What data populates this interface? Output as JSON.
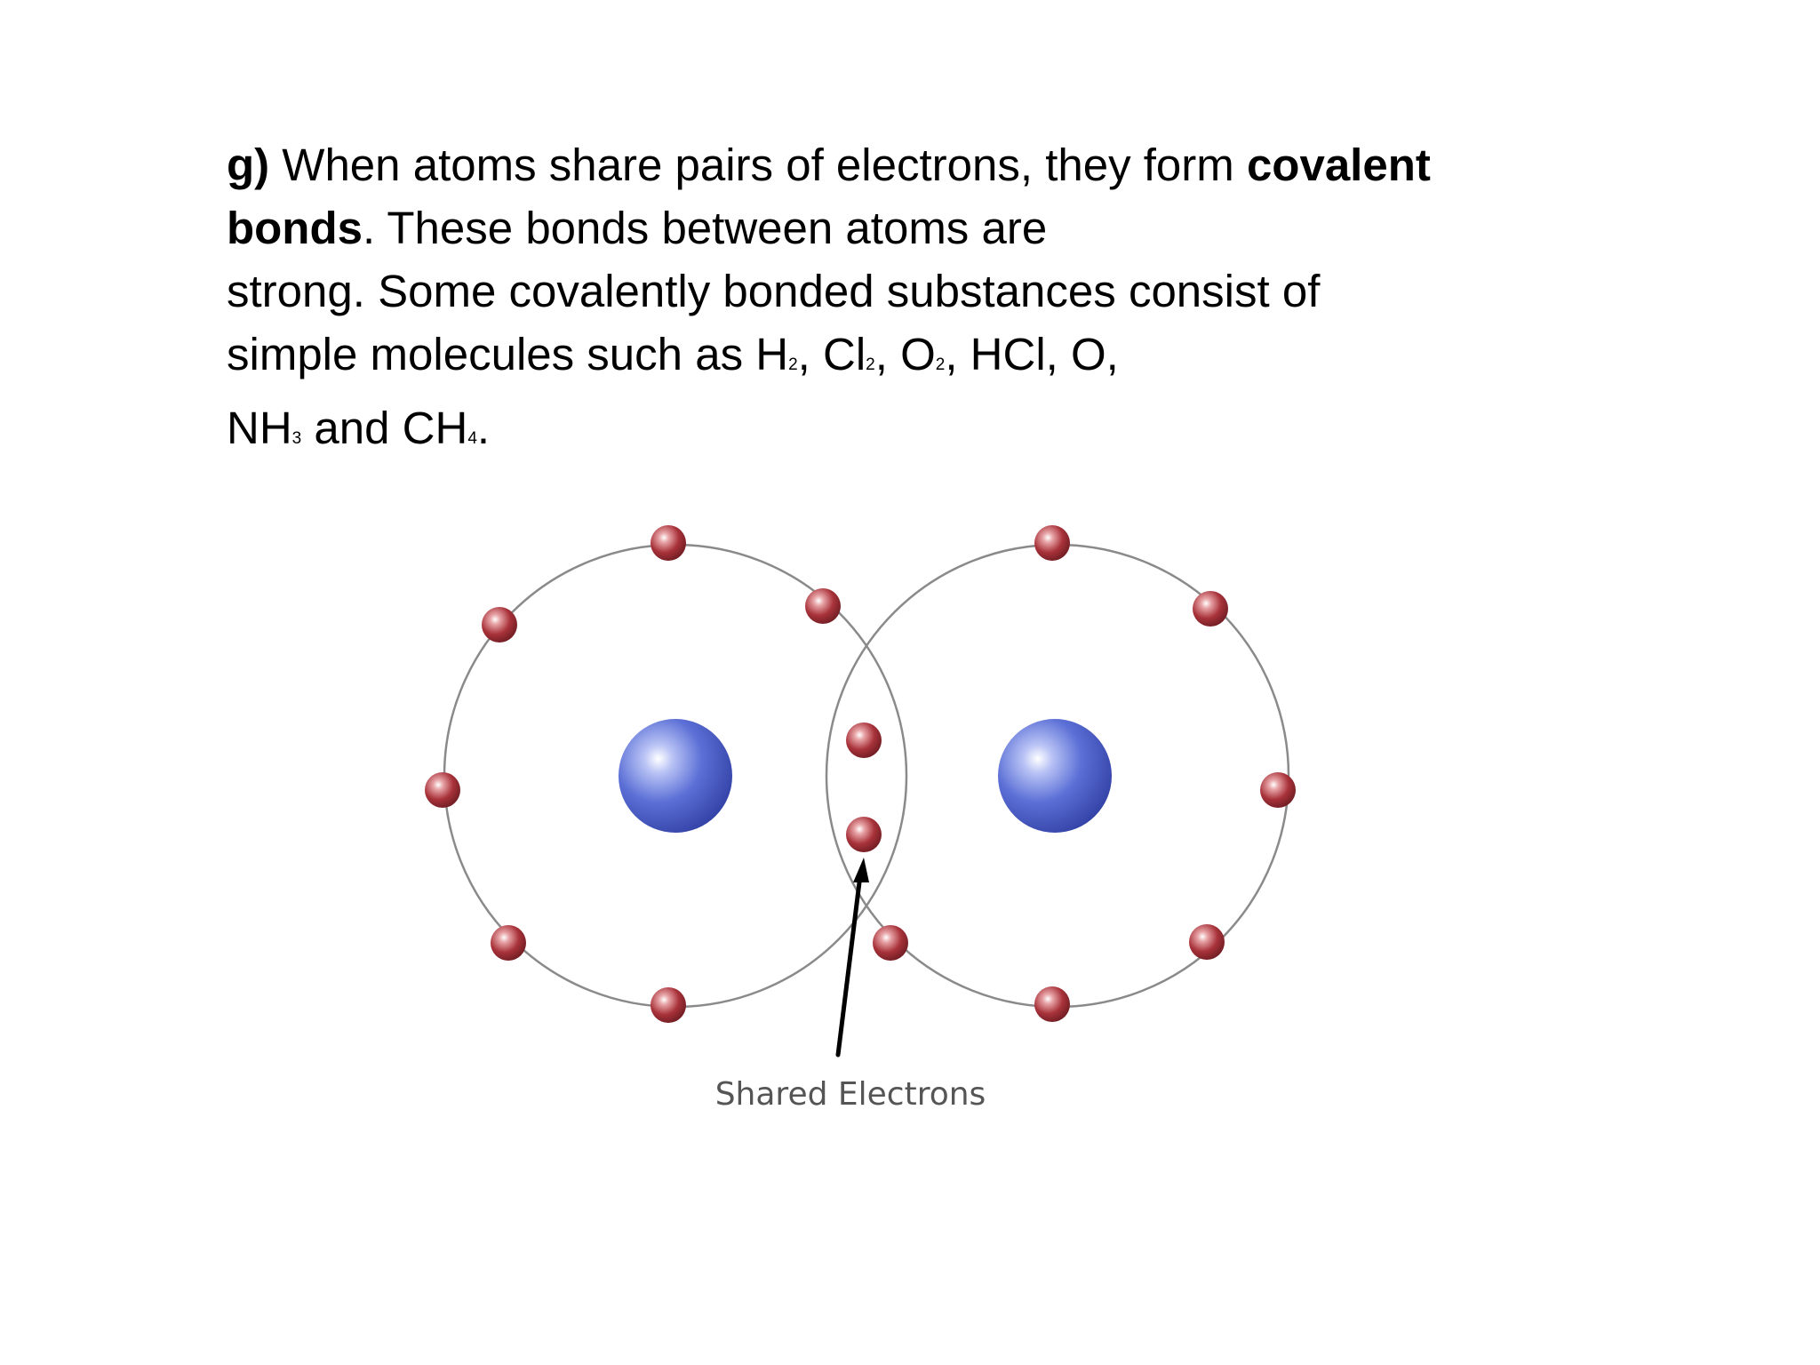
{
  "paragraph": {
    "label": "g)",
    "line1_text": " When atoms share pairs of electrons, they form ",
    "bold_covalent": "covalent",
    "bold_bonds": "bonds",
    "line2_text": ". These bonds between atoms are",
    "line3_text": "strong. Some covalently bonded substances consist of",
    "line4_prefix": "simple molecules such as H",
    "h2_sub": "2",
    "line4_sep1": ", Cl",
    "cl2_sub": "2",
    "line4_sep2": ", O",
    "o2_sub": "2",
    "line4_suffix": ", HCl, O,",
    "line5_nh": "NH",
    "nh3_sub": "3",
    "line5_mid": " and CH",
    "ch4_sub": "4",
    "line5_end": "."
  },
  "diagram": {
    "caption": "Shared Electrons",
    "colors": {
      "nucleus": "#5b6fd6",
      "electron": "#a8323a",
      "orbit": "#8a8a8a",
      "arrow": "#000000"
    },
    "atoms": 2,
    "electrons_per_atom_shown": 8,
    "shared_electrons": 2
  }
}
